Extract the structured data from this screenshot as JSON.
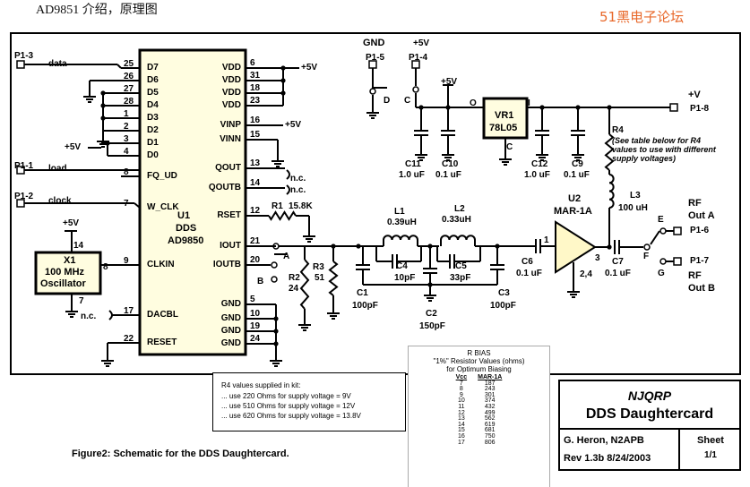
{
  "header": {
    "caption": "AD9851 介绍，原理图",
    "watermark": "51黑电子论坛"
  },
  "ic_u1": {
    "ref": "U1",
    "name": "DDS",
    "part": "AD9850",
    "left_pins": [
      {
        "num": "25",
        "name": "D7"
      },
      {
        "num": "26",
        "name": "D6"
      },
      {
        "num": "27",
        "name": "D5"
      },
      {
        "num": "28",
        "name": "D4"
      },
      {
        "num": "1",
        "name": "D3"
      },
      {
        "num": "2",
        "name": "D2"
      },
      {
        "num": "3",
        "name": "D1"
      },
      {
        "num": "4",
        "name": "D0"
      },
      {
        "num": "8",
        "name": "FQ_UD"
      },
      {
        "num": "7",
        "name": "W_CLK"
      },
      {
        "num": "9",
        "name": "CLKIN"
      },
      {
        "num": "17",
        "name": "DACBL"
      },
      {
        "num": "22",
        "name": "RESET"
      }
    ],
    "right_pins": [
      {
        "num": "6",
        "name": "VDD"
      },
      {
        "num": "31",
        "name": "VDD"
      },
      {
        "num": "18",
        "name": "VDD"
      },
      {
        "num": "23",
        "name": "VDD"
      },
      {
        "num": "16",
        "name": "VINP"
      },
      {
        "num": "15",
        "name": "VINN"
      },
      {
        "num": "13",
        "name": "QOUT"
      },
      {
        "num": "14",
        "name": "QOUTB"
      },
      {
        "num": "12",
        "name": "RSET"
      },
      {
        "num": "21",
        "name": "IOUT"
      },
      {
        "num": "20",
        "name": "IOUTB"
      },
      {
        "num": "5",
        "name": "GND"
      },
      {
        "num": "10",
        "name": "GND"
      },
      {
        "num": "19",
        "name": "GND"
      },
      {
        "num": "24",
        "name": "GND"
      }
    ]
  },
  "connectors": {
    "p1_3": "P1-3",
    "p1_1": "P1-1",
    "p1_2": "P1-2",
    "p1_5": "P1-5",
    "p1_4": "P1-4",
    "p1_8": "P1-8",
    "p1_6": "P1-6",
    "p1_7": "P1-7"
  },
  "signals": {
    "data": "data",
    "load": "load",
    "clock": "clock",
    "plus5v": "+5V",
    "plus_v": "+V",
    "gnd": "GND",
    "nc": "n.c."
  },
  "oscillator": {
    "ref": "X1",
    "freq": "100 MHz",
    "type": "Oscillator",
    "pin14": "14",
    "pin7": "7",
    "pin8": "8"
  },
  "components": {
    "r1": {
      "ref": "R1",
      "value": "15.8K"
    },
    "r2": {
      "ref": "R2",
      "value": "24"
    },
    "r3": {
      "ref": "R3",
      "value": "51"
    },
    "r4": {
      "ref": "R4",
      "note": "(See table below for R4 values to use with different supply voltages)"
    },
    "l1": {
      "ref": "L1",
      "value": "0.39uH"
    },
    "l2": {
      "ref": "L2",
      "value": "0.33uH"
    },
    "l3": {
      "ref": "L3",
      "value": "100 uH"
    },
    "c1": {
      "ref": "C1",
      "value": "100pF"
    },
    "c2": {
      "ref": "C2",
      "value": "150pF"
    },
    "c3": {
      "ref": "C3",
      "value": "100pF"
    },
    "c4": {
      "ref": "C4",
      "value": "10pF"
    },
    "c5": {
      "ref": "C5",
      "value": "33pF"
    },
    "c6": {
      "ref": "C6",
      "value": "0.1 uF"
    },
    "c7": {
      "ref": "C7",
      "value": "0.1 uF"
    },
    "c9": {
      "ref": "C9",
      "value": "0.1 uF"
    },
    "c10": {
      "ref": "C10",
      "value": "0.1 uF"
    },
    "c11": {
      "ref": "C11",
      "value": "1.0 uF"
    },
    "c12": {
      "ref": "C12",
      "value": "1.0 uF"
    },
    "vr1": {
      "ref": "VR1",
      "part": "78L05",
      "pin_o": "O",
      "pin_i": "I",
      "pin_c": "C"
    },
    "u2": {
      "ref": "U2",
      "part": "MAR-1A",
      "pin1": "1",
      "pin3": "3",
      "pin24": "2,4"
    }
  },
  "jumpers": {
    "a": "A",
    "b": "B",
    "c": "C",
    "d": "D",
    "e": "E",
    "f": "F",
    "g": "G"
  },
  "rf_out": {
    "a_line1": "RF",
    "a_line2": "Out A",
    "b_line1": "RF",
    "b_line2": "Out B"
  },
  "r4_note": {
    "title": "R4 values supplied in kit:",
    "lines": [
      "... use 220 Ohms for supply voltage = 9V",
      "... use 510 Ohms for supply voltage = 12V",
      "... use 620 Ohms for supply voltage = 13.8V"
    ]
  },
  "bias_table": {
    "title1": "R BIAS",
    "title2": "\"1%\" Resistor Values (ohms)",
    "title3": "for Optimum Biasing",
    "headers": [
      "Vcc",
      "MAR-1A"
    ],
    "rows": [
      [
        "7",
        "187"
      ],
      [
        "8",
        "243"
      ],
      [
        "9",
        "301"
      ],
      [
        "10",
        "374"
      ],
      [
        "11",
        "432"
      ],
      [
        "12",
        "499"
      ],
      [
        "13",
        "562"
      ],
      [
        "14",
        "619"
      ],
      [
        "15",
        "681"
      ],
      [
        "16",
        "750"
      ],
      [
        "17",
        "806"
      ]
    ]
  },
  "title_block": {
    "company": "NJQRP",
    "title": "DDS Daughtercard",
    "author": "G. Heron, N2APB",
    "rev": "Rev 1.3b  8/24/2003",
    "sheet_label": "Sheet",
    "sheet_no": "1/1"
  },
  "figure_caption": "Figure2:  Schematic for the DDS Daughtercard."
}
